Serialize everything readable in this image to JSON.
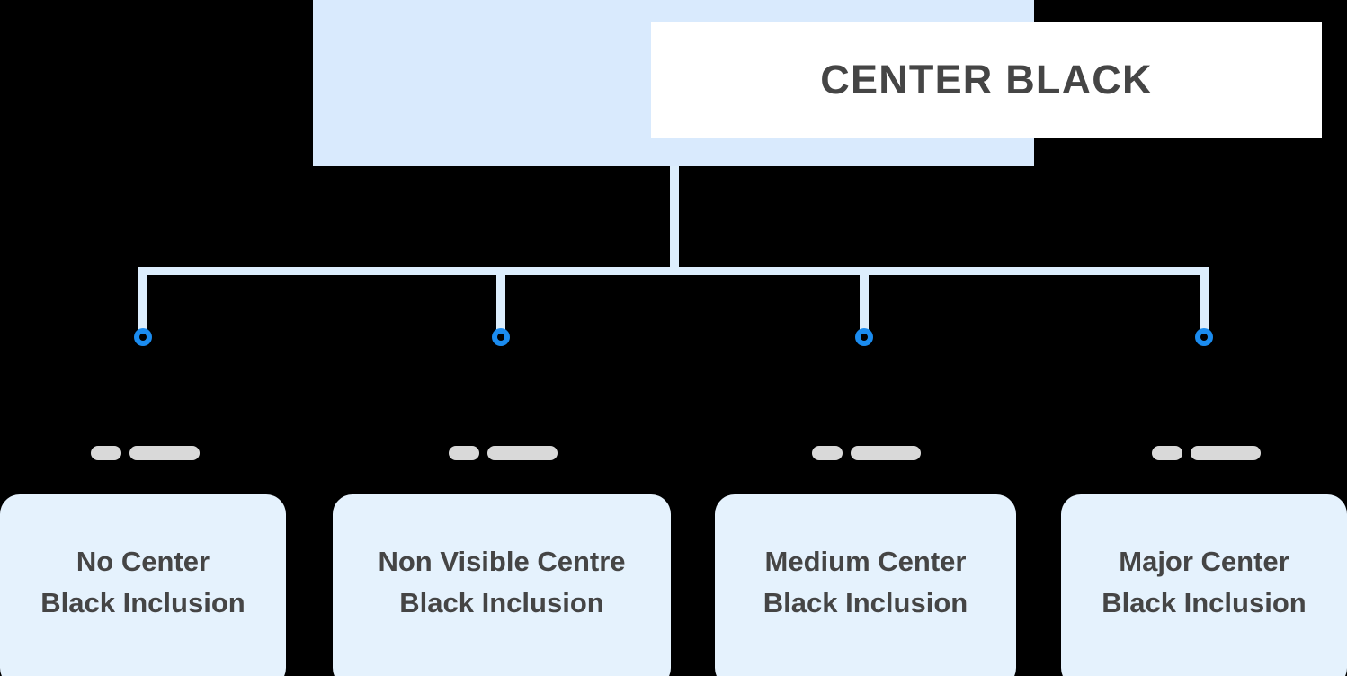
{
  "diagram": {
    "title": "CENTER BLACK",
    "colors": {
      "background": "#000000",
      "root_frame": "#d9eafd",
      "root_inner": "#ffffff",
      "connector": "#ddeefd",
      "node_accent": "#1b8cf0",
      "pill": "#d9d9d9",
      "card_background": "#e5f2fd",
      "text": "#454545"
    },
    "branches": [
      {
        "node_label": "node-marker-1",
        "pills": [
          "short",
          "long"
        ],
        "card_label": "No Center\nBlack Inclusion"
      },
      {
        "node_label": "node-marker-2",
        "pills": [
          "short",
          "long"
        ],
        "card_label": "Non Visible Centre\nBlack Inclusion"
      },
      {
        "node_label": "node-marker-3",
        "pills": [
          "short",
          "long"
        ],
        "card_label": "Medium Center\nBlack Inclusion"
      },
      {
        "node_label": "node-marker-4",
        "pills": [
          "short",
          "long"
        ],
        "card_label": "Major Center\nBlack Inclusion"
      }
    ]
  }
}
